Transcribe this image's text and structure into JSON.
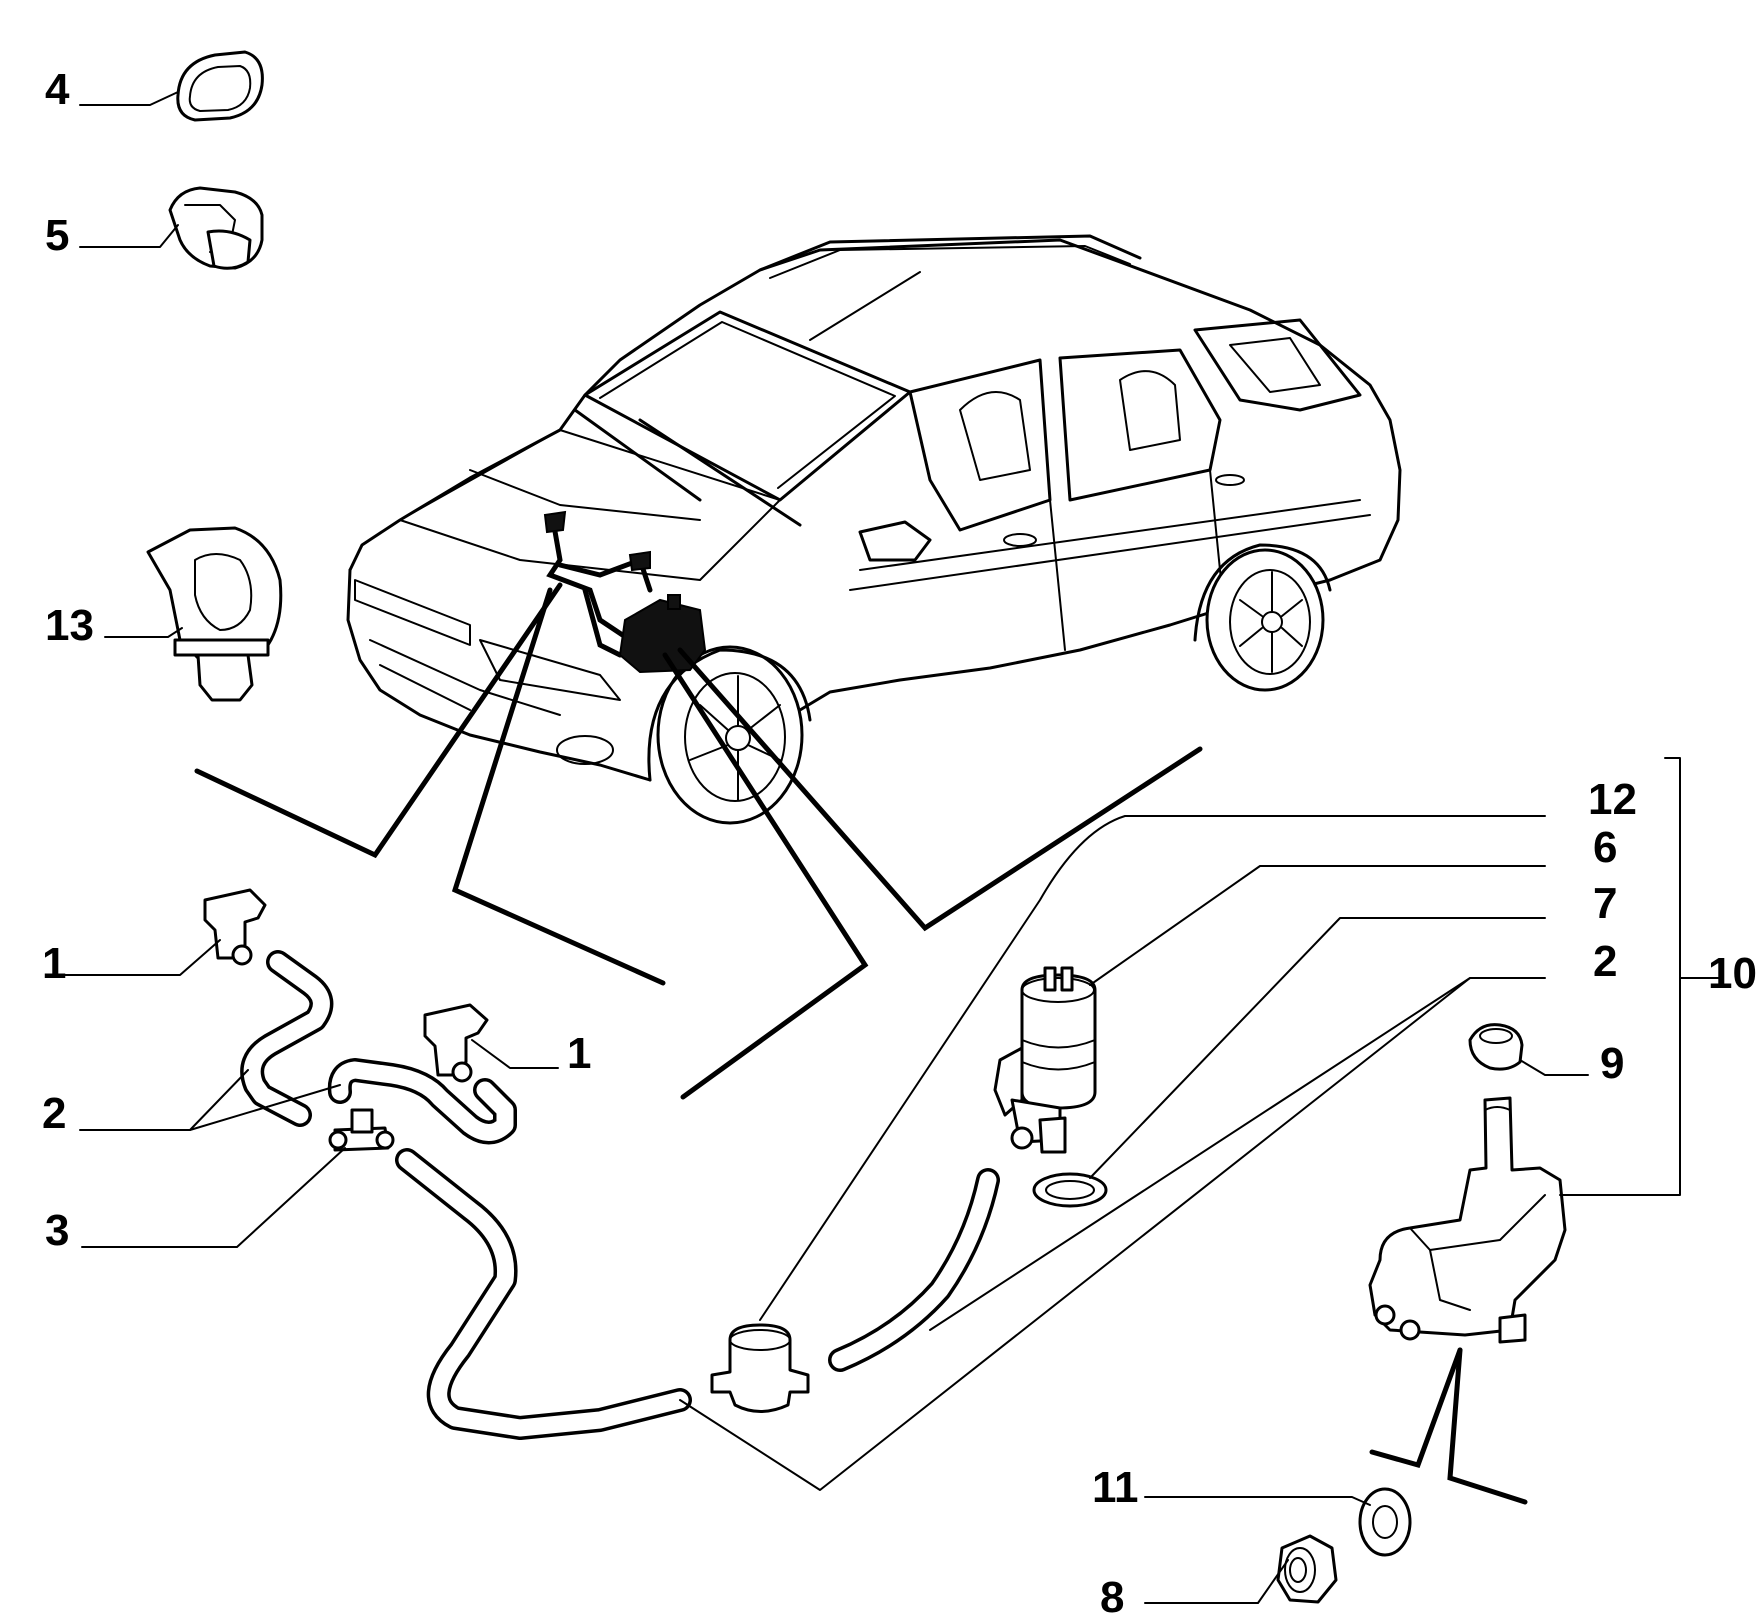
{
  "callouts": {
    "c1a": "1",
    "c1b": "1",
    "c2a": "2",
    "c2b": "2",
    "c3": "3",
    "c4": "4",
    "c5": "5",
    "c6": "6",
    "c7": "7",
    "c8": "8",
    "c9": "9",
    "c10": "10",
    "c11": "11",
    "c12": "12",
    "c13": "13"
  }
}
